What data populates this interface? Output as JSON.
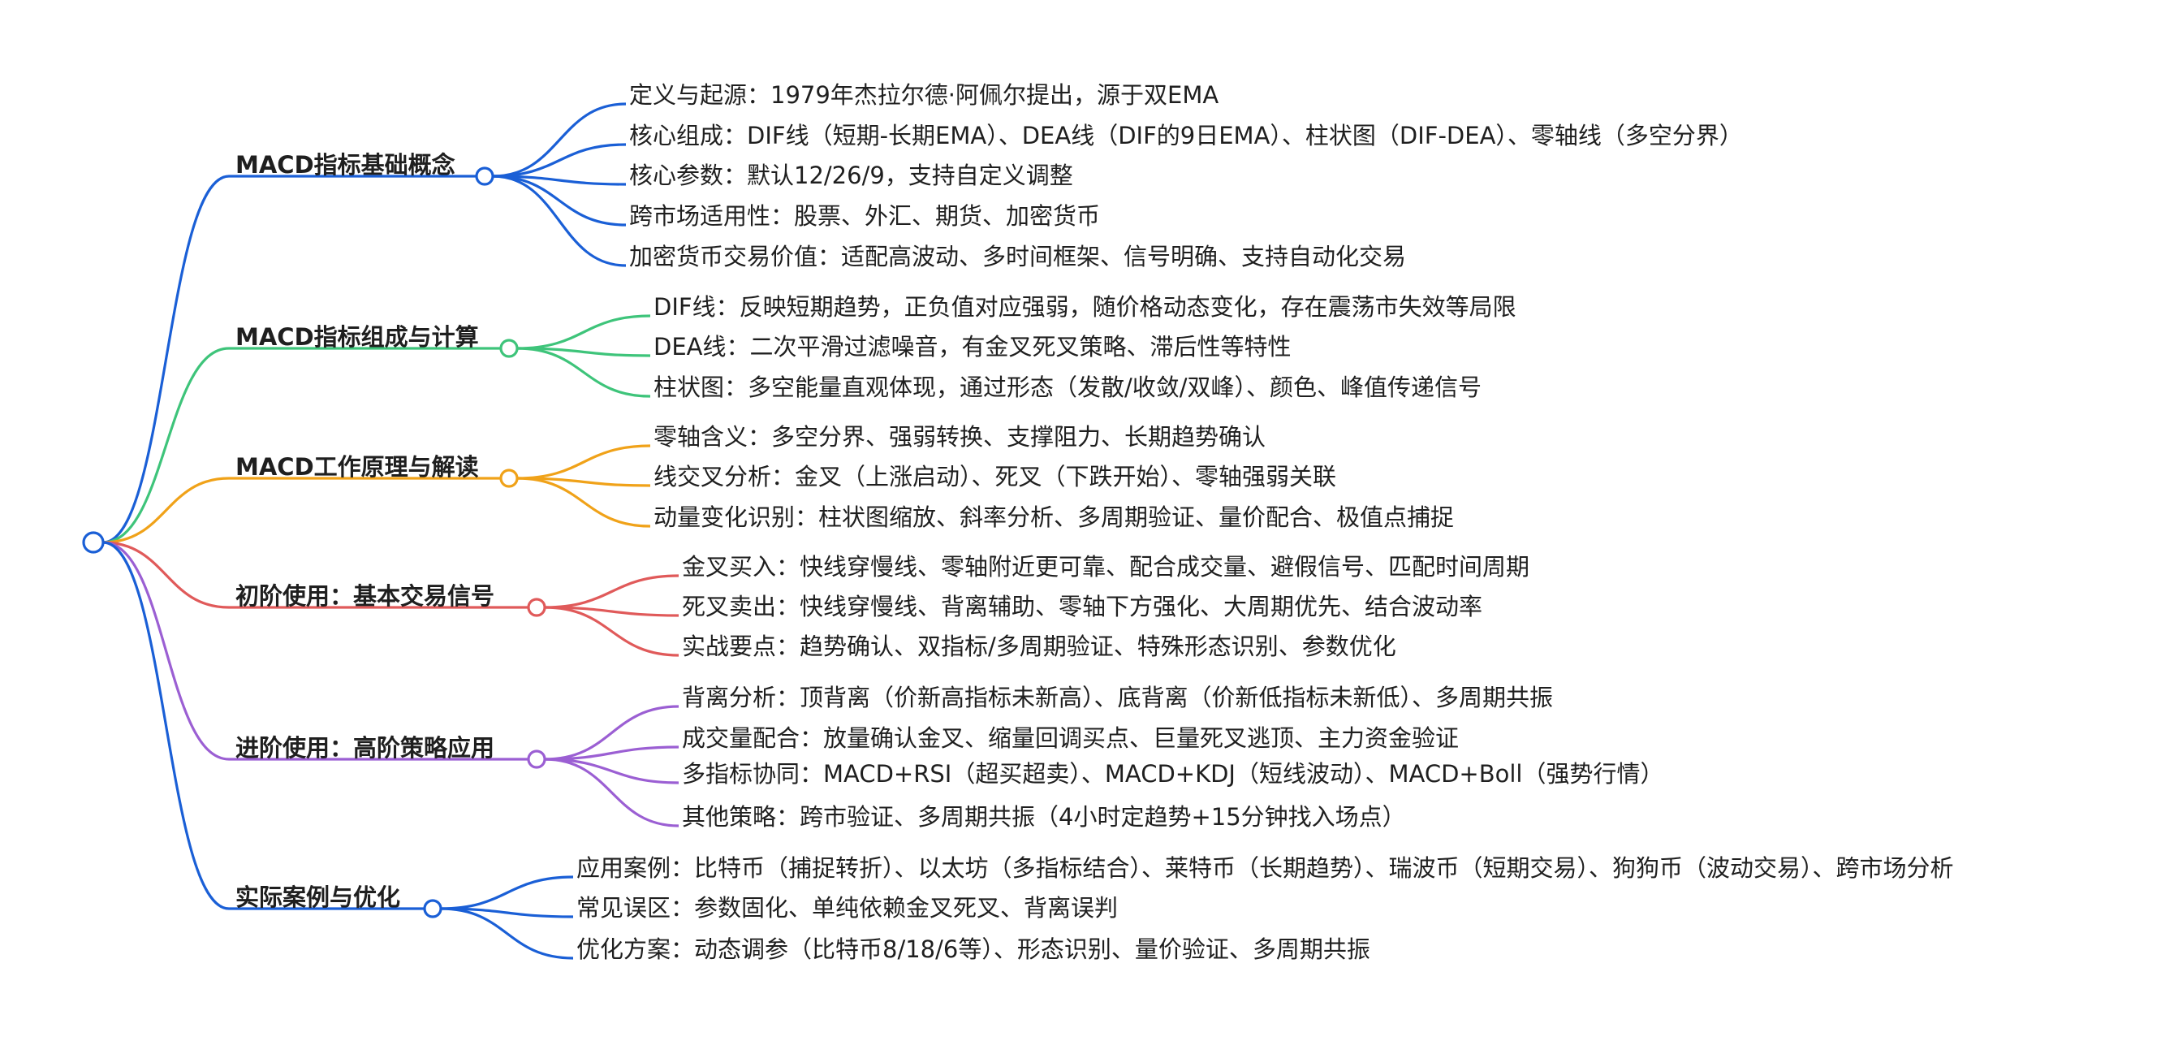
{
  "mindmap": {
    "root": {
      "color": "#1a5fd6"
    },
    "branches": [
      {
        "label": "MACD指标基础概念",
        "color": "#1a5fd6",
        "children": [
          "定义与起源：1979年杰拉尔德·阿佩尔提出，源于双EMA",
          "核心组成：DIF线（短期-长期EMA）、DEA线（DIF的9日EMA）、柱状图（DIF-DEA）、零轴线（多空分界）",
          "核心参数：默认12/26/9，支持自定义调整",
          "跨市场适用性：股票、外汇、期货、加密货币",
          "加密货币交易价值：适配高波动、多时间框架、信号明确、支持自动化交易"
        ]
      },
      {
        "label": "MACD指标组成与计算",
        "color": "#3ec47a",
        "children": [
          "DIF线：反映短期趋势，正负值对应强弱，随价格动态变化，存在震荡市失效等局限",
          "DEA线：二次平滑过滤噪音，有金叉死叉策略、滞后性等特性",
          "柱状图：多空能量直观体现，通过形态（发散/收敛/双峰）、颜色、峰值传递信号"
        ]
      },
      {
        "label": "MACD工作原理与解读",
        "color": "#f0a219",
        "children": [
          "零轴含义：多空分界、强弱转换、支撑阻力、长期趋势确认",
          "线交叉分析：金叉（上涨启动）、死叉（下跌开始）、零轴强弱关联",
          "动量变化识别：柱状图缩放、斜率分析、多周期验证、量价配合、极值点捕捉"
        ]
      },
      {
        "label": "初阶使用：基本交易信号",
        "color": "#e05a5a",
        "children": [
          "金叉买入：快线穿慢线、零轴附近更可靠、配合成交量、避假信号、匹配时间周期",
          "死叉卖出：快线穿慢线、背离辅助、零轴下方强化、大周期优先、结合波动率",
          "实战要点：趋势确认、双指标/多周期验证、特殊形态识别、参数优化"
        ]
      },
      {
        "label": "进阶使用：高阶策略应用",
        "color": "#9b5fd3",
        "children": [
          "背离分析：顶背离（价新高指标未新高）、底背离（价新低指标未新低）、多周期共振",
          "成交量配合：放量确认金叉、缩量回调买点、巨量死叉逃顶、主力资金验证",
          "多指标协同：MACD+RSI（超买超卖）、MACD+KDJ（短线波动）、MACD+Boll（强势行情）",
          "其他策略：跨市验证、多周期共振（4小时定趋势+15分钟找入场点）"
        ]
      },
      {
        "label": "实际案例与优化",
        "color": "#1a5fd6",
        "children": [
          "应用案例：比特币（捕捉转折）、以太坊（多指标结合）、莱特币（长期趋势）、瑞波币（短期交易）、狗狗币（波动交易）、跨市场分析",
          "常见误区：参数固化、单纯依赖金叉死叉、背离误判",
          "优化方案：动态调参（比特币8/18/6等）、形态识别、量价验证、多周期共振"
        ]
      }
    ]
  }
}
